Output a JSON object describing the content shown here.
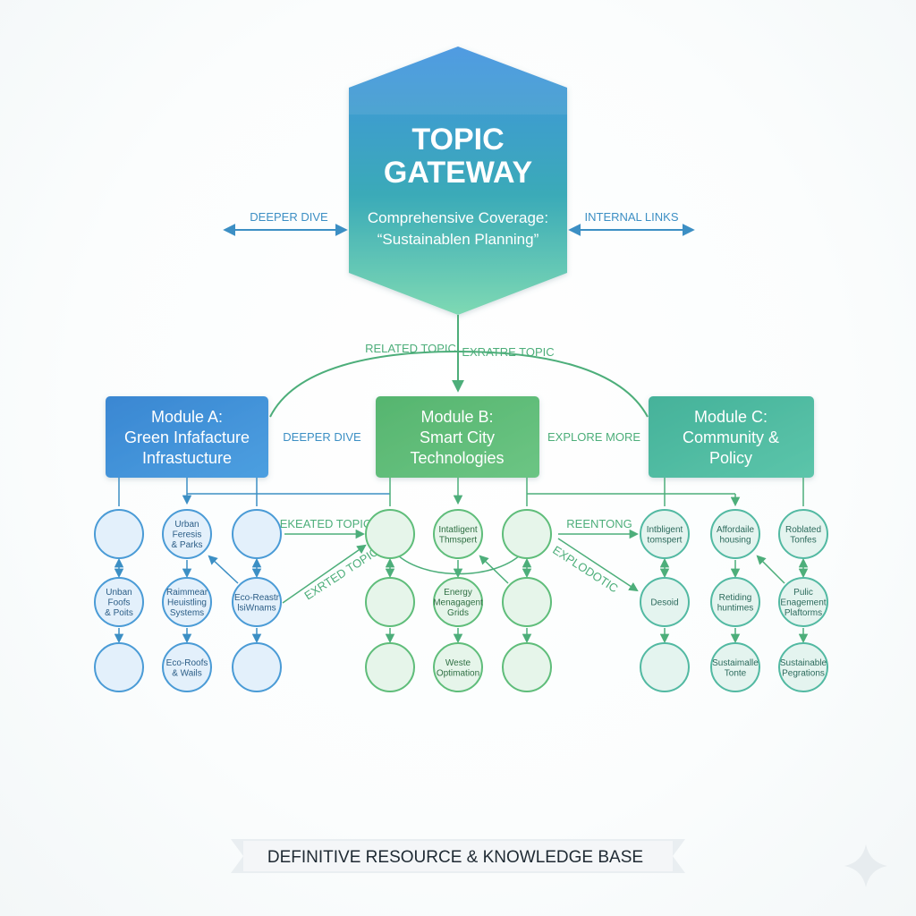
{
  "gateway": {
    "title_line1": "TOPIC",
    "title_line2": "GATEWAY",
    "subtitle_line1": "Comprehensive Coverage:",
    "subtitle_line2": "“Sustainablen Planning”"
  },
  "side_links": {
    "left": "DEEPER DIVE",
    "right": "INTERNAL LINKS"
  },
  "top_links": {
    "left": "RELATED TOPIC",
    "right": "EXRATRE TOPIC"
  },
  "between_modules": {
    "ab": "DEEPER DIVE",
    "bc": "EXPLORE MORE"
  },
  "cross_links": {
    "ab_upper": "EKEATED TOPIC",
    "ab_lower": "EXRTED TOPIC",
    "bc_upper": "REENTONG",
    "bc_lower": "EXPLODOTIC"
  },
  "modules": [
    {
      "title_lines": [
        "Module A:",
        "Green Infafacture",
        "Infrastucture"
      ],
      "color": "#3f90d6",
      "nodes": [
        [
          [],
          [
            "Urban",
            "Feresis",
            "& Parks"
          ],
          []
        ],
        [
          [
            "Unban",
            "Foofs",
            "& Poits"
          ],
          [
            "Raimmear",
            "Heuistling",
            "Systems"
          ],
          [
            "Eco-Reastr",
            "lsiWnams"
          ]
        ],
        [
          [],
          [
            "Eco-Roofs",
            "& Wails"
          ],
          []
        ]
      ]
    },
    {
      "title_lines": [
        "Module B:",
        "Smart City",
        "Technologies"
      ],
      "color": "#5cbc76",
      "nodes": [
        [
          [],
          [
            "Intatligent",
            "Thmspert"
          ],
          []
        ],
        [
          [],
          [
            "Energy",
            "Menagagent",
            "Grids"
          ],
          []
        ],
        [
          [],
          [
            "Weste",
            "Optimation"
          ],
          []
        ]
      ]
    },
    {
      "title_lines": [
        "Module C:",
        "Community &",
        "Policy"
      ],
      "color": "#4cb9a0",
      "nodes": [
        [
          [
            "Intbligent",
            "tomspert"
          ],
          [
            "Affordaile",
            "housing"
          ],
          [
            "Roblated",
            "Tonfes"
          ]
        ],
        [
          [
            "Desoid"
          ],
          [
            "Retiding",
            "huntimes"
          ],
          [
            "Pulic",
            "Enagement",
            "Plaftorms"
          ]
        ],
        [
          [],
          [
            "Sustaimalle",
            "Tonte"
          ],
          [
            "Sustainable",
            "Pegrations"
          ]
        ]
      ]
    }
  ],
  "footer": "DEFINITIVE RESOURCE & KNOWLEDGE BASE",
  "colors": {
    "blue": "#3f90d6",
    "green": "#5cbc76",
    "teal": "#4cb9a0",
    "link_blue": "#3c8fc4",
    "link_green": "#4dae7a"
  }
}
